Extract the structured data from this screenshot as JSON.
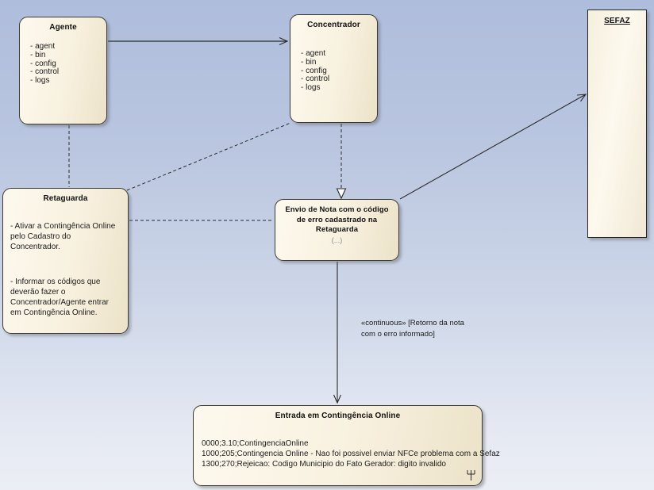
{
  "diagram": {
    "colors": {
      "background_top": "#aebddc",
      "background_bottom": "#ebeef5",
      "node_fill": "#f8f1df",
      "node_border": "#3b3b33",
      "edge": "#2a2a2a"
    },
    "nodes": {
      "agente": {
        "title": "Agente",
        "items": [
          "- agent",
          "- bin",
          "- config",
          "- control",
          "- logs"
        ]
      },
      "concentrador": {
        "title": "Concentrador",
        "items": [
          "- agent",
          "- bin",
          "- config",
          "- control",
          "- logs"
        ]
      },
      "sefaz": {
        "title": "SEFAZ"
      },
      "retaguarda": {
        "title": "Retaguarda",
        "paragraph1": "- Ativar a Contingência Online pelo Cadastro do Concentrador.",
        "paragraph2": "- Informar os códigos que deverão fazer o Concentrador/Agente entrar em Contingência Online."
      },
      "envio": {
        "title": "Envio de Nota com o código de erro cadastrado na Retaguarda",
        "subtitle": "(...)"
      },
      "entrada": {
        "title": "Entrada em Contingência Online",
        "lines": [
          "0000;3.10;ContingenciaOnline",
          "1000;205;Contingencia Online - Nao foi possivel enviar NFCe problema com a Sefaz",
          "1300;270;Rejeicao: Codigo Municipio do Fato Gerador: digito invalido"
        ]
      }
    },
    "edge_labels": {
      "continuous": "«continuous» [Retorno da nota com o erro informado]"
    }
  }
}
